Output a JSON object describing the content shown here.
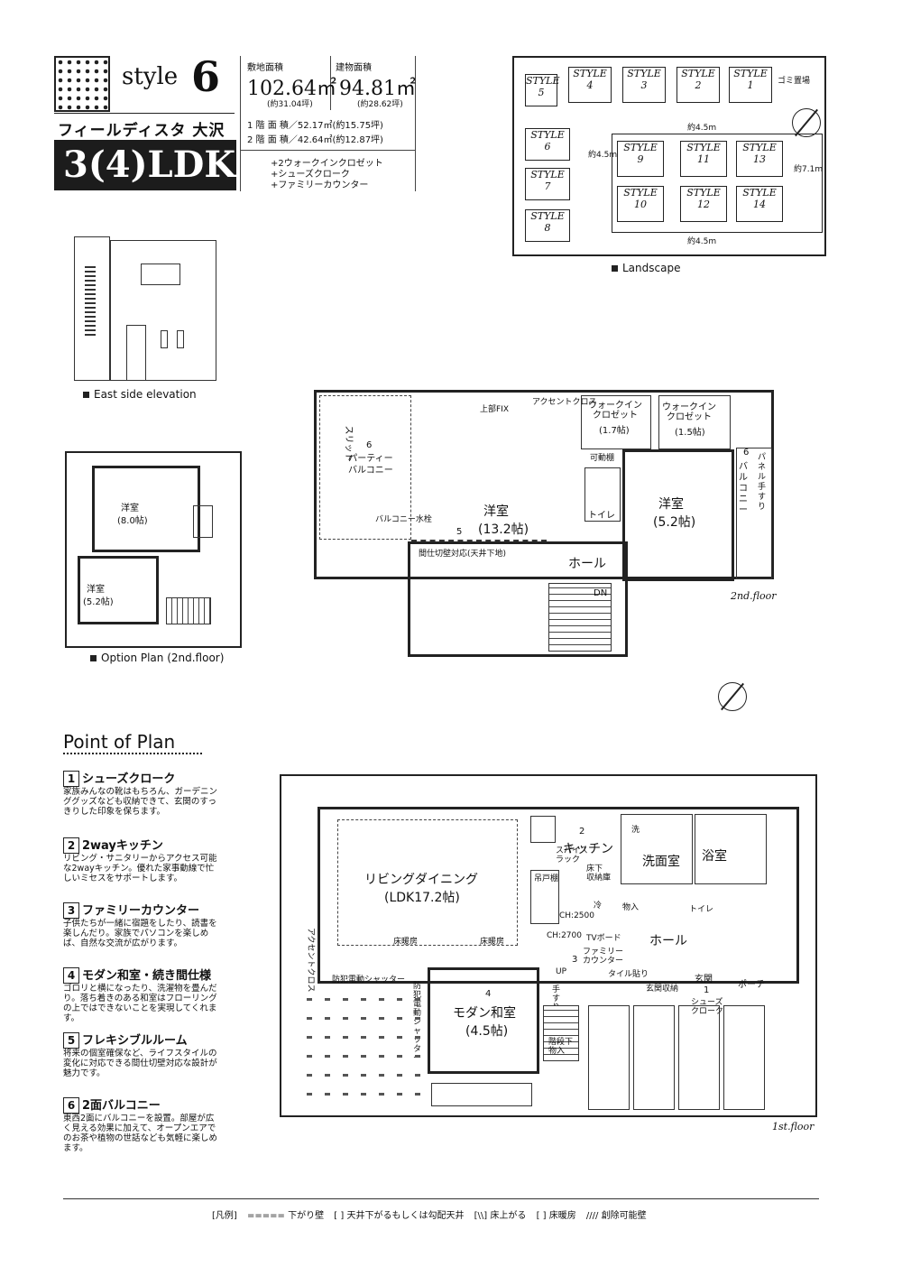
{
  "header": {
    "style_label": "style",
    "style_number": "6",
    "project_name": "フィールディスタ 大沢",
    "layout_type": "3(4)LDK",
    "site_area_label": "敷地面積",
    "site_area_value": "102.64㎡",
    "site_area_tsubo": "(約31.04坪)",
    "building_area_label": "建物面積",
    "building_area_value": "94.81㎡",
    "building_area_tsubo": "(約28.62坪)",
    "floor1_area": "1 階 面 積／52.17㎡(約15.75坪)",
    "floor2_area": "2 階 面 積／42.64㎡(約12.87坪)",
    "extras": [
      "+2ウォークインクロゼット",
      "+シューズクローク",
      "+ファミリーカウンター"
    ]
  },
  "landscape": {
    "caption": "Landscape",
    "lots": [
      {
        "name": "STYLE",
        "num": "5"
      },
      {
        "name": "STYLE",
        "num": "4"
      },
      {
        "name": "STYLE",
        "num": "3"
      },
      {
        "name": "STYLE",
        "num": "2"
      },
      {
        "name": "STYLE",
        "num": "1"
      },
      {
        "name": "STYLE",
        "num": "6"
      },
      {
        "name": "STYLE",
        "num": "7"
      },
      {
        "name": "STYLE",
        "num": "8"
      },
      {
        "name": "STYLE",
        "num": "9"
      },
      {
        "name": "STYLE",
        "num": "11"
      },
      {
        "name": "STYLE",
        "num": "13"
      },
      {
        "name": "STYLE",
        "num": "10"
      },
      {
        "name": "STYLE",
        "num": "12"
      },
      {
        "name": "STYLE",
        "num": "14"
      }
    ],
    "road_widths": [
      "約4.5m",
      "約4.5m",
      "約4.5m",
      "約7.1m"
    ],
    "garbage": "ゴミ置場"
  },
  "elevation": {
    "caption": "East side elevation"
  },
  "option_plan": {
    "caption": "Option Plan (2nd.floor)",
    "room1": "洋室",
    "room1_size": "(8.0帖)",
    "room2": "洋室",
    "room2_size": "(5.2帖)"
  },
  "floor2": {
    "label": "2nd.floor",
    "party_balcony_num": "6",
    "party_balcony": "パーティー\nバルコニー",
    "slit": "スリット",
    "balcony_faucet": "バルコニー水栓",
    "western_room_big": "洋室",
    "western_room_big_size": "(13.2帖)",
    "fix": "上部FIX",
    "accent_cloth": "アクセントクロス",
    "partition_num": "5",
    "partition": "間仕切壁対応(天井下地)",
    "wic1": "ウォークイン\nクロゼット",
    "wic1_size": "(1.7帖)",
    "wic2": "ウォークイン\nクロゼット",
    "wic2_size": "(1.5帖)",
    "movable_shelf": "可動棚",
    "toilet": "トイレ",
    "western_room_small": "洋室",
    "western_room_small_size": "(5.2帖)",
    "balcony_num": "6",
    "balcony": "バルコニー",
    "panel_railing": "パネル手すり",
    "hall": "ホール",
    "down": "DN"
  },
  "points": {
    "title": "Point of Plan",
    "items": [
      {
        "num": "1",
        "title": "シューズクローク",
        "text": "家族みんなの靴はもちろん、ガーデニンググッズなども収納できて、玄関のすっきりした印象を保ちます。"
      },
      {
        "num": "2",
        "title": "2wayキッチン",
        "text": "リビング・サニタリーからアクセス可能な2wayキッチン。優れた家事動線で忙しいミセスをサポートします。"
      },
      {
        "num": "3",
        "title": "ファミリーカウンター",
        "text": "子供たちが一緒に宿題をしたり、読書を楽しんだり。家族でパソコンを楽しめば、自然な交流が広がります。"
      },
      {
        "num": "4",
        "title": "モダン和室・続き間仕様",
        "text": "ゴロリと横になったり、洗濯物を畳んだり。落ち着きのある和室はフローリングの上ではできないことを実現してくれます。"
      },
      {
        "num": "5",
        "title": "フレキシブルルーム",
        "text": "将来の個室確保など、ライフスタイルの変化に対応できる間仕切壁対応な設計が魅力です。"
      },
      {
        "num": "6",
        "title": "2面バルコニー",
        "text": "東西2面にバルコニーを設置。部屋が広く見える効果に加えて、オープンエアでのお茶や植物の世話なども気軽に楽しめます。"
      }
    ]
  },
  "floor1": {
    "label": "1st.floor",
    "living": "リビングダイニング",
    "living_size": "(LDK17.2帖)",
    "floor_heating_1": "床暖房",
    "floor_heating_2": "床暖房",
    "accent_cloth": "アクセントクロス",
    "kitchen_num": "2",
    "kitchen": "キッチン",
    "spice_rack": "スパイス\nラック",
    "cupboard": "吊戸棚",
    "under_storage": "床下\n収納庫",
    "fridge": "冷",
    "storage": "物入",
    "ceiling_h1": "CH:2500",
    "ceiling_h2": "CH:2700",
    "tv_board": "TVボード",
    "washroom_wash": "洗",
    "washroom": "洗面室",
    "bath": "浴室",
    "toilet": "トイレ",
    "hall": "ホール",
    "entrance": "玄関",
    "shoes_num": "1",
    "shoes": "シューズ\nクローク",
    "porch": "ポーチ",
    "entrance_storage": "玄関収納",
    "family_counter_num": "3",
    "family_counter": "ファミリー\nカウンター",
    "tile_floor": "タイル貼り",
    "up": "UP",
    "railing": "手すり",
    "stair_storage": "階段下\n物入",
    "shutter1": "防犯電動シャッター",
    "shutter2": "防犯電動シャッター",
    "japanese_num": "4",
    "japanese": "モダン和室",
    "japanese_size": "(4.5帖)"
  },
  "legend": {
    "label": "[凡例]",
    "items": [
      "下がり壁",
      "天井下がるもしくは勾配天井",
      "床上がる",
      "床暖房",
      "創除可能壁"
    ]
  }
}
